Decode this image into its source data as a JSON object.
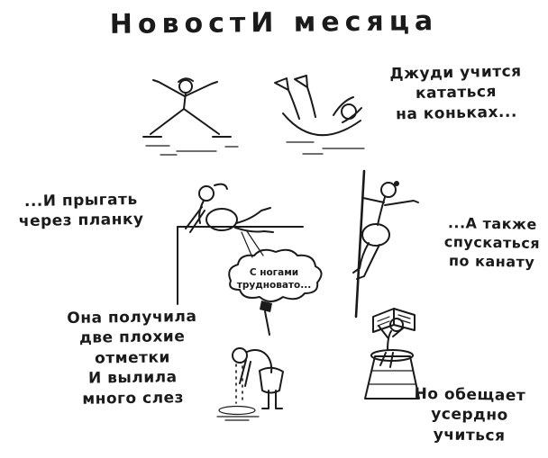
{
  "title": "НовостИ месяца",
  "captions": {
    "skating": "Джуди учится\nкататься\nна коньках...",
    "jumping": "...И прыгать\nчерез планку",
    "rope": "...А также\nспускаться\nпо канату",
    "speech_bubble": "С ногами\nтрудновато...",
    "grades": "Она получила\nдве плохие\nотметки\nИ вылила\nмного слез",
    "promise": "Но обещает\nусердно\nучиться"
  },
  "colors": {
    "ink": "#1a1a1a",
    "paper": "#ffffff"
  }
}
